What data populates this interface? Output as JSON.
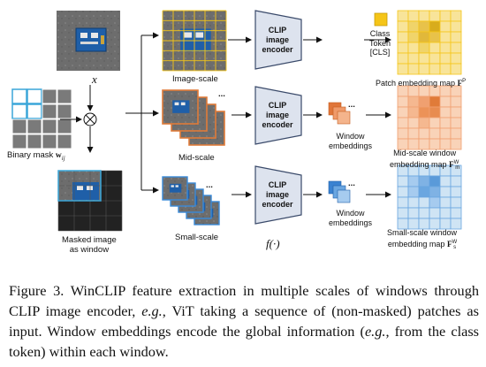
{
  "figure": {
    "labels": {
      "x_symbol": "x",
      "binary_mask": "Binary mask",
      "binary_mask_symbol": "w",
      "binary_mask_sub": "ij",
      "masked_image": "Masked image",
      "as_window": "as window",
      "image_scale": "Image-scale",
      "mid_scale": "Mid-scale",
      "small_scale": "Small-scale",
      "encoder_line1": "CLIP",
      "encoder_line2": "image",
      "encoder_line3": "encoder",
      "f_symbol": "f(·)",
      "class": "Class",
      "token": "Token",
      "cls": "[CLS]",
      "window": "Window",
      "embeddings": "embeddings",
      "patch_map": "Patch embedding map",
      "patch_map_symbol": "F",
      "patch_map_sup": "P",
      "mid_map_line1": "Mid-scale window",
      "mid_map_line2": "embedding map",
      "mid_map_symbol": "F",
      "mid_map_sub": "m",
      "mid_map_sup": "W",
      "small_map_line1": "Small-scale window",
      "small_map_line2": "embedding map",
      "small_map_symbol": "F",
      "small_map_sub": "s",
      "small_map_sup": "W",
      "ellipsis": "..."
    },
    "colors": {
      "image_grid": "#f5c518",
      "mask_cell": "#7a7a7a",
      "mask_active": "#3aa6d9",
      "mid_window": "#e07b39",
      "small_window": "#3a8ad9",
      "patch_map": "#f5d87a",
      "mid_map": "#f6c4a4",
      "small_map": "#bcd9ef",
      "encoder": "#dde3ee"
    }
  },
  "caption": {
    "figure_label": "Figure 3.",
    "text_1": " WinCLIP feature extraction in multiple scales of windows through CLIP image encoder, ",
    "eg_1": "e.g.",
    "text_2": ", ViT taking a sequence of (non-masked) patches as input. Window embeddings encode the global information (",
    "eg_2": "e.g.",
    "text_3": ", from the class token) within each window."
  }
}
